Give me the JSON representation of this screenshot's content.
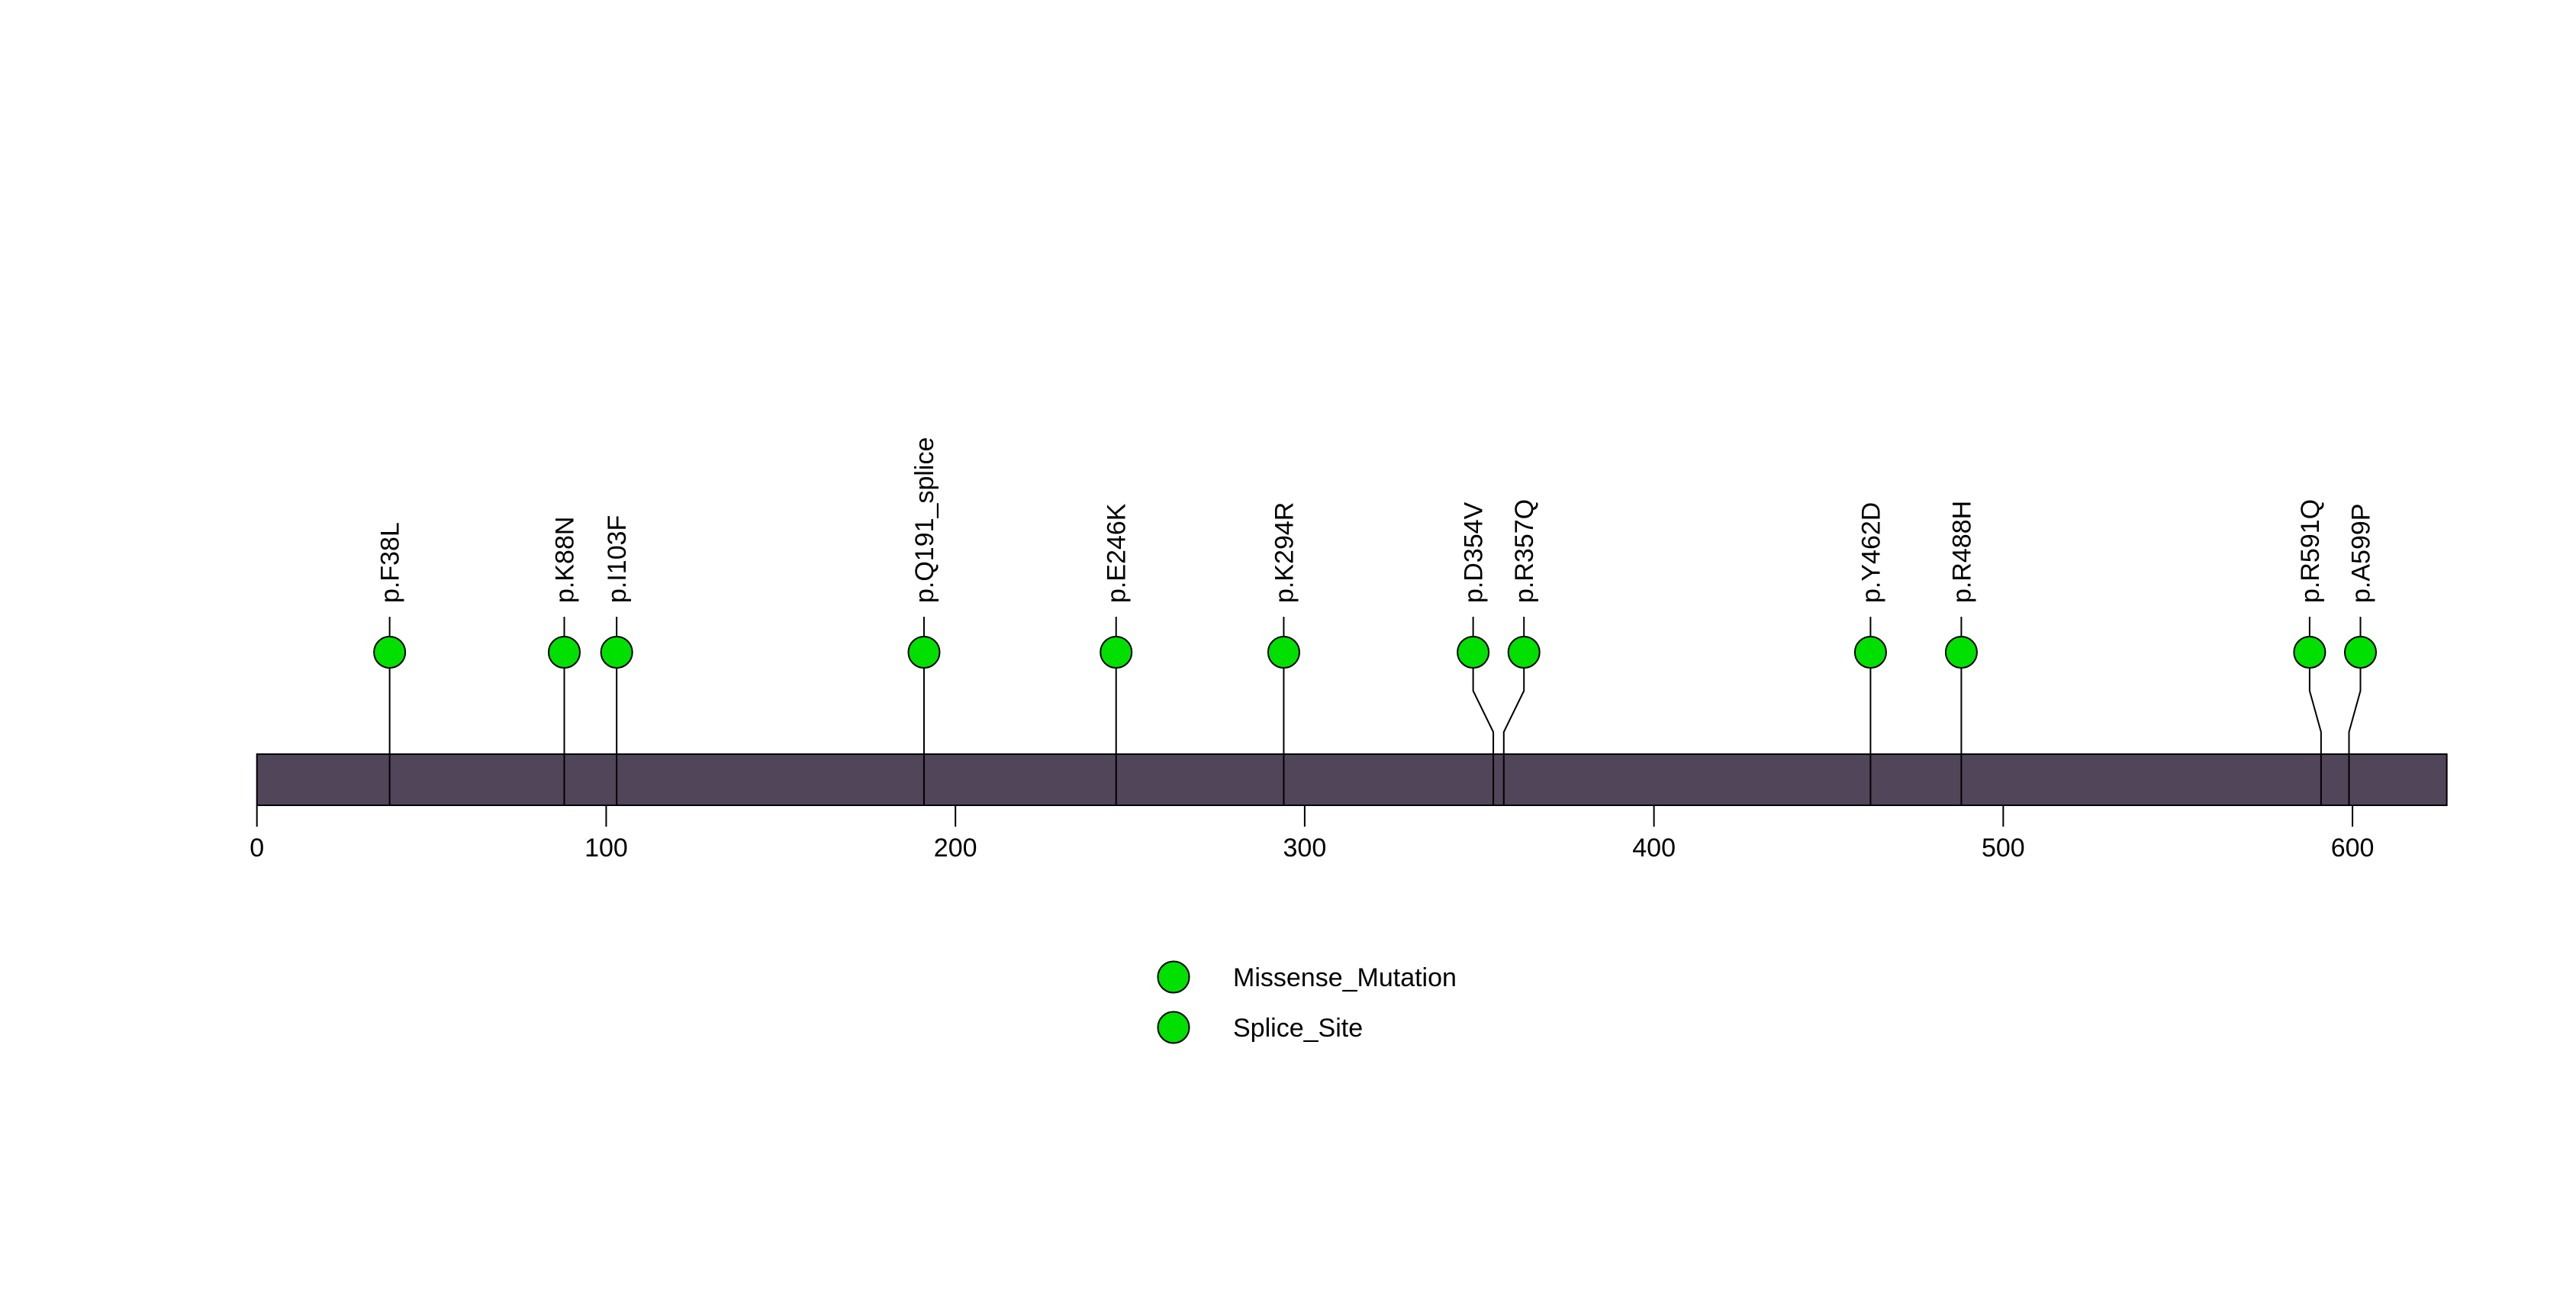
{
  "chart_data": {
    "type": "lollipop",
    "subtype": "protein-mutation-plot",
    "title": "",
    "xlabel": "",
    "ylabel": "",
    "protein_length": 627,
    "xlim": [
      0,
      627
    ],
    "x_ticks": [
      0,
      100,
      200,
      300,
      400,
      500,
      600
    ],
    "grid": false,
    "mutations": [
      {
        "label": "p.F38L",
        "position": 38,
        "type": "Missense_Mutation"
      },
      {
        "label": "p.K88N",
        "position": 88,
        "type": "Missense_Mutation"
      },
      {
        "label": "p.I103F",
        "position": 103,
        "type": "Missense_Mutation"
      },
      {
        "label": "p.Q191_splice",
        "position": 191,
        "type": "Splice_Site"
      },
      {
        "label": "p.E246K",
        "position": 246,
        "type": "Missense_Mutation"
      },
      {
        "label": "p.K294R",
        "position": 294,
        "type": "Missense_Mutation"
      },
      {
        "label": "p.D354V",
        "position": 354,
        "type": "Missense_Mutation"
      },
      {
        "label": "p.R357Q",
        "position": 357,
        "type": "Missense_Mutation"
      },
      {
        "label": "p.Y462D",
        "position": 462,
        "type": "Missense_Mutation"
      },
      {
        "label": "p.R488H",
        "position": 488,
        "type": "Missense_Mutation"
      },
      {
        "label": "p.R591Q",
        "position": 591,
        "type": "Missense_Mutation"
      },
      {
        "label": "p.A599P",
        "position": 599,
        "type": "Missense_Mutation"
      }
    ],
    "legend": {
      "position": "bottom-center",
      "items": [
        {
          "label": "Missense_Mutation",
          "color": "#00E000",
          "marker": "circle"
        },
        {
          "label": "Splice_Site",
          "color": "#00E000",
          "marker": "circle"
        }
      ]
    },
    "colors": {
      "marker_fill": "#00E000",
      "marker_stroke": "#000000",
      "backbone": "#514559",
      "stem": "#000000",
      "tick": "#000000",
      "text": "#000000",
      "background": "#FFFFFF"
    }
  }
}
